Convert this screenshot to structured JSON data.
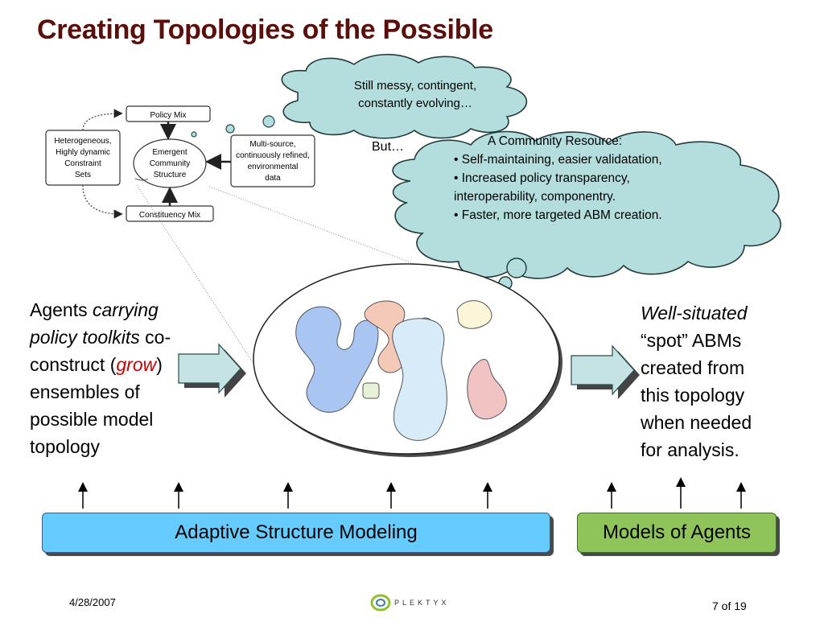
{
  "slide": {
    "title": "Creating Topologies of the Possible"
  },
  "cloud_small": {
    "line1": "Still messy, contingent,",
    "line2": "constantly evolving…"
  },
  "but_text": "But…",
  "cloud_big": {
    "title": "A Community Resource:",
    "bullets": [
      "• Self-maintaining, easier validatation,",
      "• Increased policy transparency, interoperability, componentry.",
      "• Faster, more targeted ABM creation."
    ]
  },
  "diagram": {
    "policy_mix": "Policy Mix",
    "constituency_mix": "Constituency Mix",
    "hetero": [
      "Heterogeneous,",
      "Highly dynamic",
      "Constraint",
      "Sets"
    ],
    "emergent": [
      "Emergent",
      "Community",
      "Structure"
    ],
    "multisource": [
      "Multi-source,",
      "continuously refined,",
      "environmental",
      "data"
    ]
  },
  "left_text": {
    "p1": "Agents ",
    "p2": "carrying policy toolkits",
    "p3": " co-construct (",
    "p4": "grow",
    "p5": ") ensembles of possible model topology"
  },
  "right_text": {
    "p1": "Well-situated",
    "p2": " “spot” ABMs created from this topology when needed for analysis."
  },
  "bars": {
    "asm": "Adaptive Structure Modeling",
    "moa": "Models of Agents"
  },
  "footer": {
    "date": "4/28/2007",
    "logo": "PLEKTYX",
    "page": "7 of 19"
  },
  "colors": {
    "title": "#5a0f0a",
    "cloud_fill": "#b4dede",
    "asm_bar": "#66ccff",
    "moa_bar": "#8fc45b",
    "grow": "#cc0000",
    "arrow_fill": "#c6e3e3"
  }
}
